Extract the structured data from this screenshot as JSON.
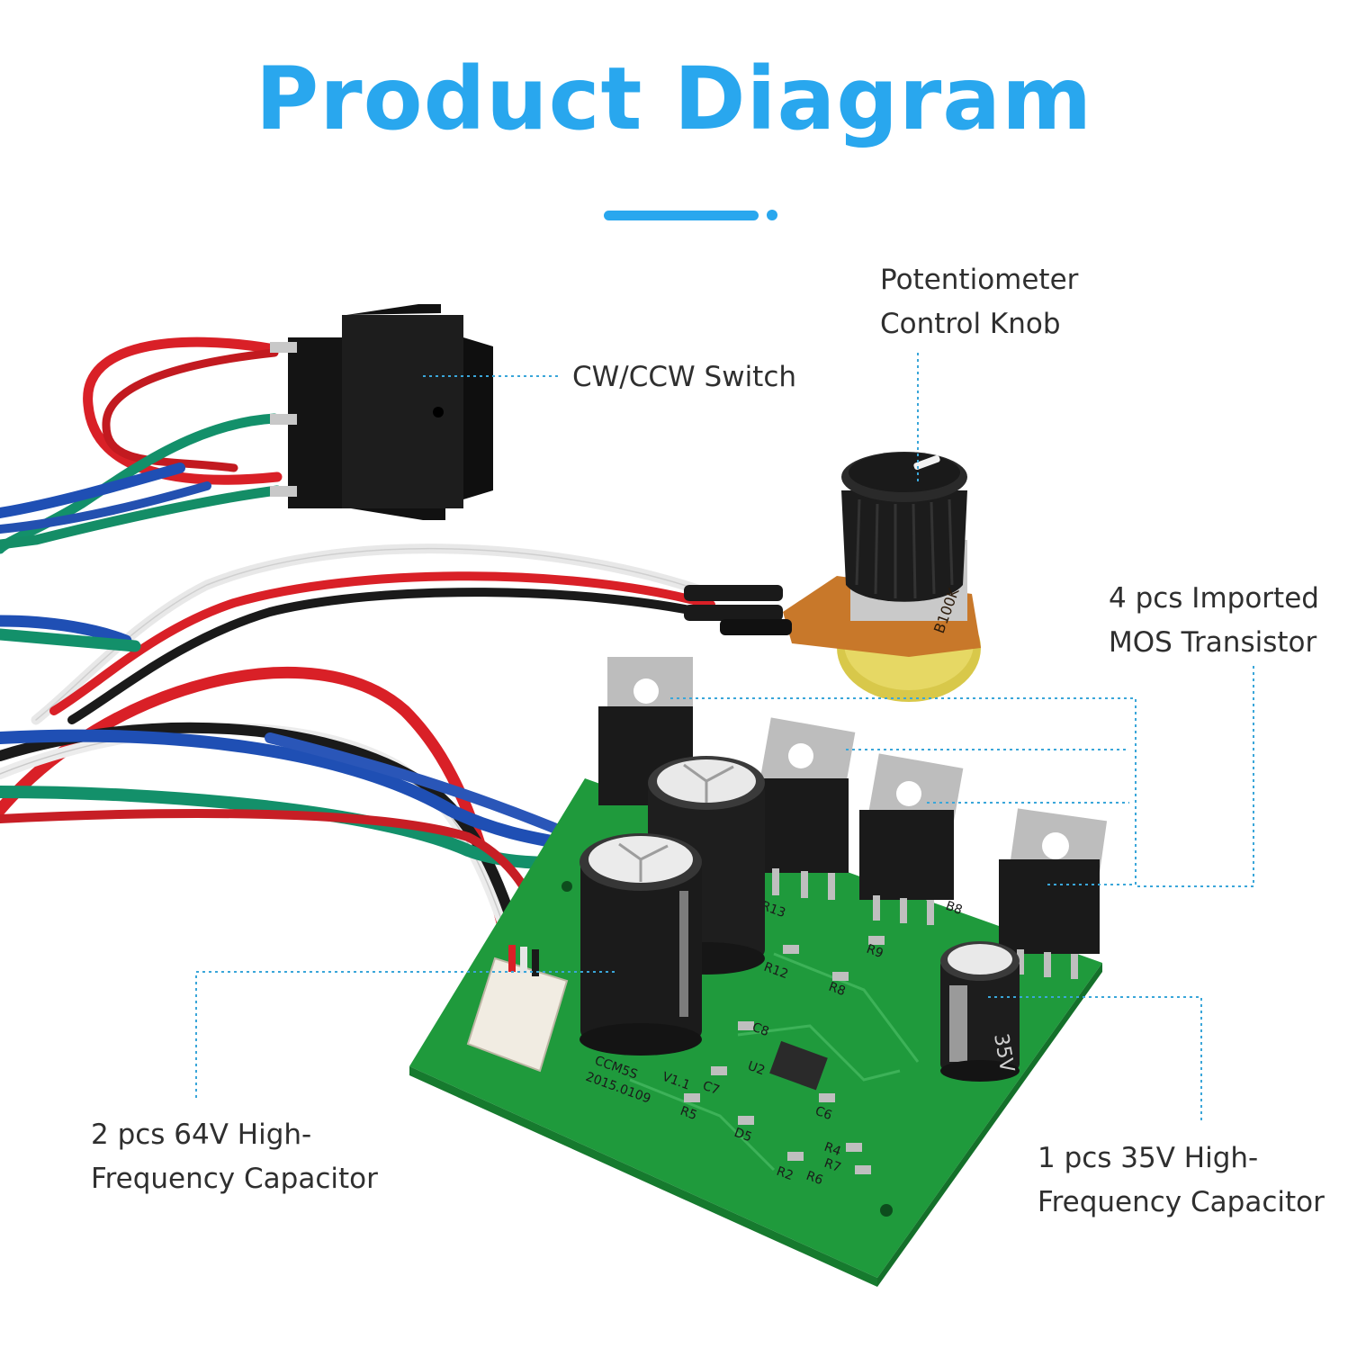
{
  "title": "Product Diagram",
  "colors": {
    "title": "#29a7ee",
    "leader_line": "#3aa6d9",
    "pcb": "#1f9a3c",
    "wire_red": "#d92027",
    "wire_green": "#13906a",
    "wire_blue": "#1f4fb4",
    "wire_black": "#1a1a1a",
    "wire_white": "#ececec"
  },
  "labels": {
    "switch": "CW/CCW Switch",
    "knob_line1": "Potentiometer",
    "knob_line2": "Control Knob",
    "mos_line1": "4 pcs Imported",
    "mos_line2": "MOS Transistor",
    "cap64_line1": "2 pcs 64V High-",
    "cap64_line2": "Frequency Capacitor",
    "cap35_line1": "1 pcs 35V High-",
    "cap35_line2": "Frequency Capacitor"
  },
  "board_print": {
    "model": "CCM5S",
    "version": "V1.1",
    "date": "2015.0109",
    "pot_value": "B100K",
    "cap_voltage": "35V",
    "refs": [
      "R13",
      "R12",
      "R9",
      "R8",
      "R5",
      "R6",
      "R7",
      "R4",
      "R2",
      "C7",
      "C8",
      "C6",
      "U2",
      "D5",
      "B8"
    ]
  }
}
